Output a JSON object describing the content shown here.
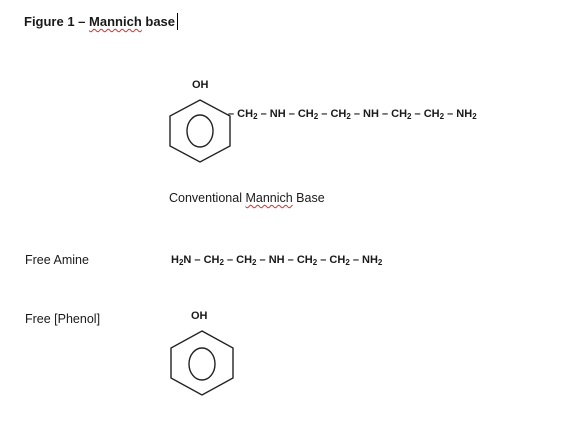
{
  "figure": {
    "title_prefix": "Figure 1 – ",
    "title_term": "Mannich",
    "title_suffix": " base"
  },
  "mannich_structure": {
    "substituent": "OH",
    "chain": [
      {
        "t": "– CH"
      },
      {
        "s": "2"
      },
      {
        "t": " – NH – CH"
      },
      {
        "s": "2"
      },
      {
        "t": " – CH"
      },
      {
        "s": "2"
      },
      {
        "t": " – NH – CH"
      },
      {
        "s": "2"
      },
      {
        "t": " – CH"
      },
      {
        "s": "2"
      },
      {
        "t": " – NH"
      },
      {
        "s": "2"
      }
    ],
    "caption_prefix": "Conventional ",
    "caption_term": "Mannich",
    "caption_suffix": " Base"
  },
  "free_amine": {
    "label": "Free Amine",
    "formula": [
      {
        "t": "H"
      },
      {
        "s": "2"
      },
      {
        "t": "N – CH"
      },
      {
        "s": "2"
      },
      {
        "t": " – CH"
      },
      {
        "s": "2"
      },
      {
        "t": " – NH – CH"
      },
      {
        "s": "2"
      },
      {
        "t": " – CH"
      },
      {
        "s": "2"
      },
      {
        "t": " – NH"
      },
      {
        "s": "2"
      }
    ]
  },
  "free_phenol": {
    "label": "Free [Phenol]",
    "substituent": "OH"
  }
}
